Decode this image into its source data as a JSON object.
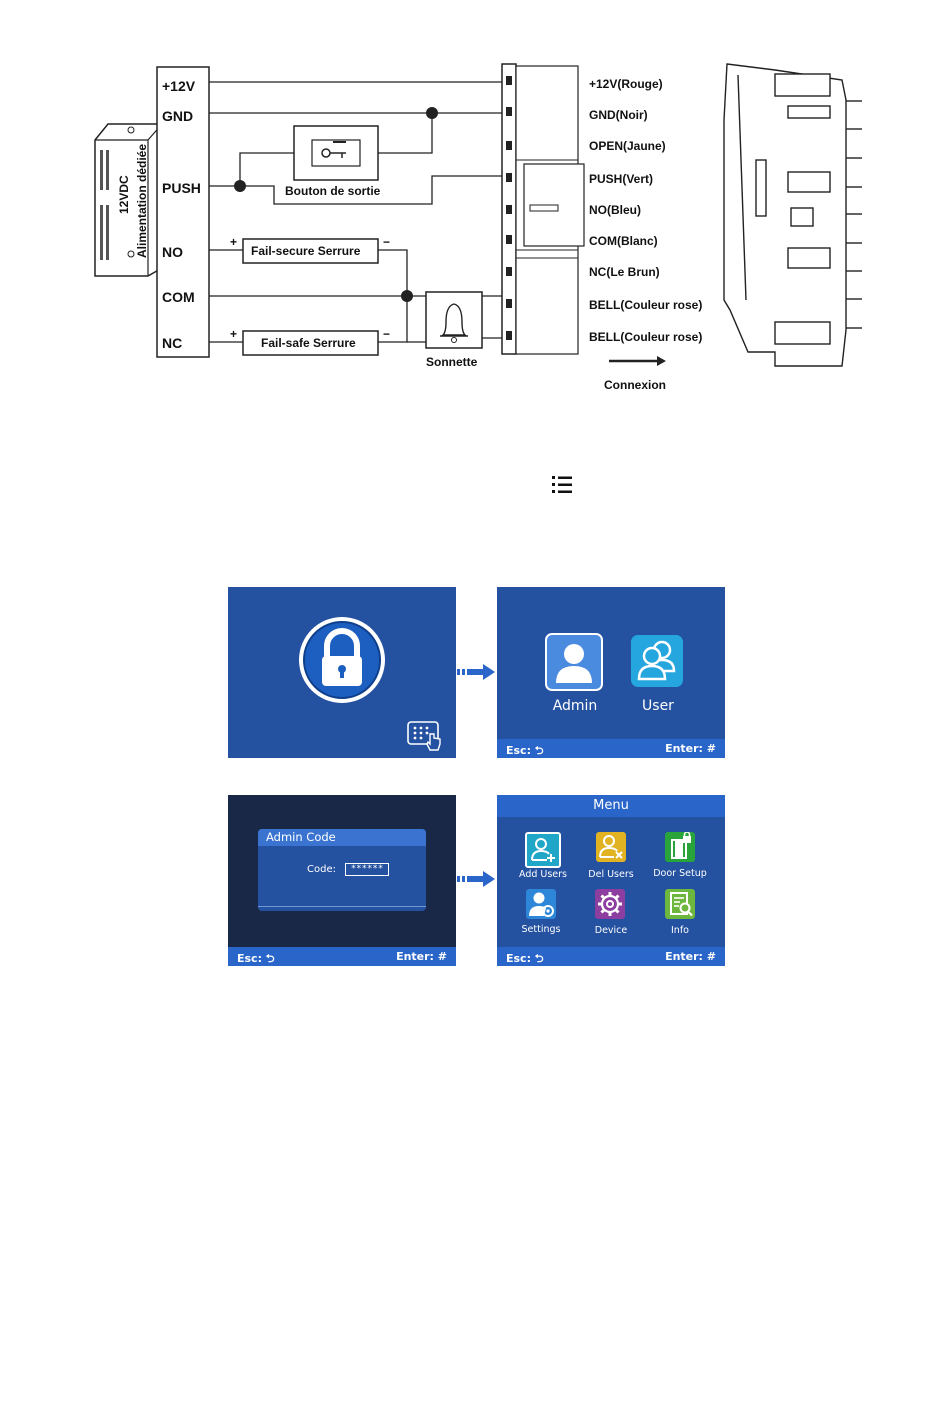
{
  "wiring": {
    "power_supply": {
      "line1": "12VDC",
      "line2": "Alimentation dédiée"
    },
    "terminals": [
      "+12V",
      "GND",
      "PUSH",
      "NO",
      "COM",
      "NC"
    ],
    "exit_button": "Bouton de sortie",
    "lock_fail_secure": "Fail-secure Serrure",
    "lock_fail_safe": "Fail-safe Serrure",
    "bell": "Sonnette",
    "plus": "+",
    "minus": "−",
    "wire_labels": [
      "+12V(Rouge)",
      "GND(Noir)",
      "OPEN(Jaune)",
      "PUSH(Vert)",
      "NO(Bleu)",
      "COM(Blanc)",
      "NC(Le Brun)",
      "BELL(Couleur rose)",
      "BELL(Couleur rose)"
    ],
    "connection": "Connexion"
  },
  "list_icon": "list-icon",
  "screens": {
    "footer": {
      "esc": "Esc: ⮌",
      "enter": "Enter: #"
    },
    "login": {
      "main_icon": "padlock-icon",
      "corner_icon": "keypad-icon"
    },
    "role_select": {
      "admin": "Admin",
      "user": "User"
    },
    "admin_code": {
      "title": "Admin Code",
      "code_label": "Code:",
      "code_value": "******"
    },
    "menu": {
      "title": "Menu",
      "items": [
        {
          "label": "Add Users",
          "icon": "add-user-icon",
          "color": "#20a7c7"
        },
        {
          "label": "Del Users",
          "icon": "delete-user-icon",
          "color": "#e1b323"
        },
        {
          "label": "Door Setup",
          "icon": "door-icon",
          "color": "#29a43b"
        },
        {
          "label": "Settings",
          "icon": "user-settings-icon",
          "color": "#2d86d8"
        },
        {
          "label": "Device",
          "icon": "gear-icon",
          "color": "#8c3fa0"
        },
        {
          "label": "Info",
          "icon": "document-search-icon",
          "color": "#6eb73f"
        }
      ]
    }
  }
}
